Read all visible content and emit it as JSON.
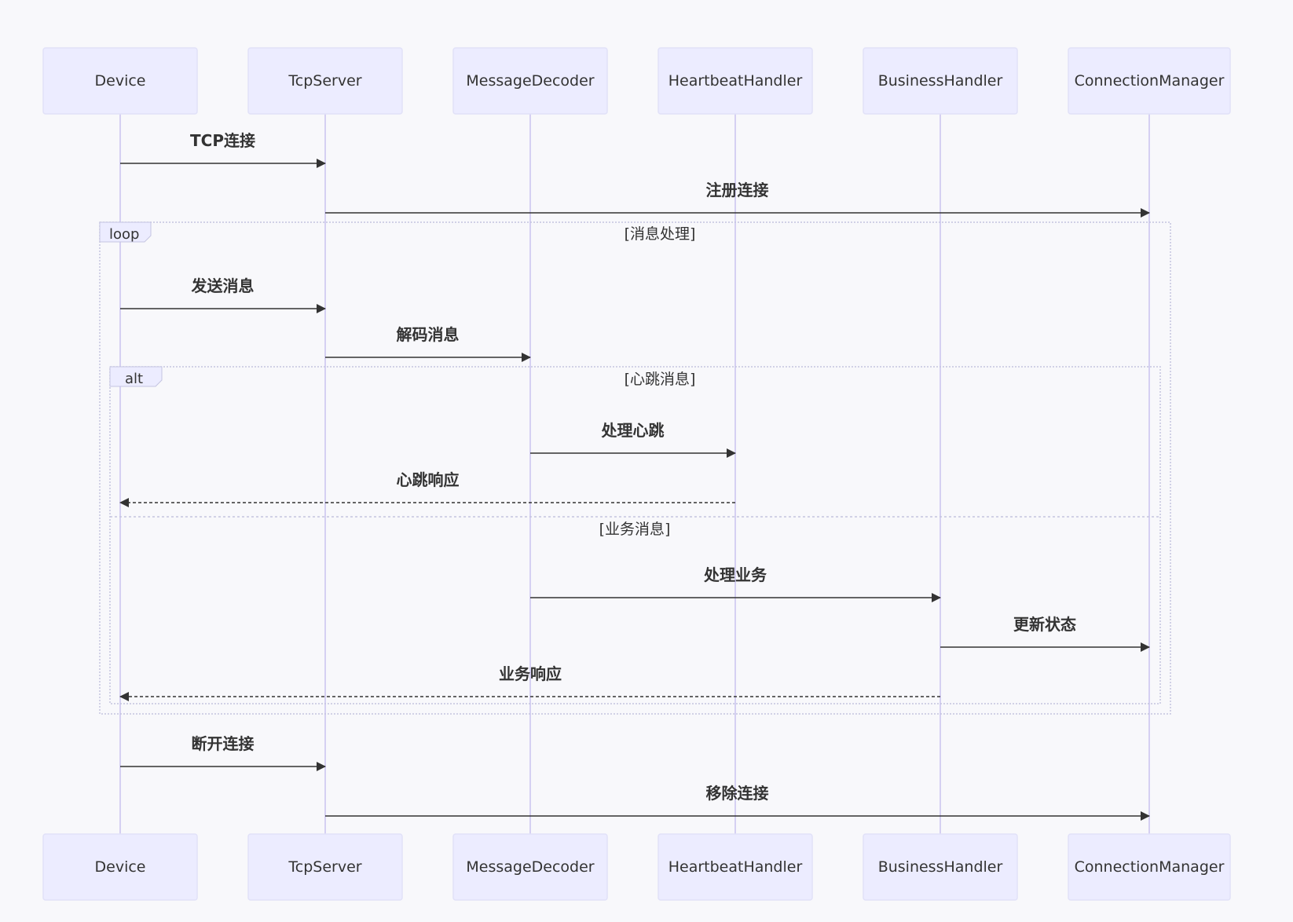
{
  "diagram": {
    "type": "sequence",
    "participants": [
      "Device",
      "TcpServer",
      "MessageDecoder",
      "HeartbeatHandler",
      "BusinessHandler",
      "ConnectionManager"
    ],
    "messages": [
      {
        "from": 0,
        "to": 1,
        "label": "TCP连接",
        "style": "solid"
      },
      {
        "from": 1,
        "to": 5,
        "label": "注册连接",
        "style": "solid"
      },
      {
        "from": 0,
        "to": 1,
        "label": "发送消息",
        "style": "solid"
      },
      {
        "from": 1,
        "to": 2,
        "label": "解码消息",
        "style": "solid"
      },
      {
        "from": 2,
        "to": 3,
        "label": "处理心跳",
        "style": "solid"
      },
      {
        "from": 3,
        "to": 0,
        "label": "心跳响应",
        "style": "dashed"
      },
      {
        "from": 2,
        "to": 4,
        "label": "处理业务",
        "style": "solid"
      },
      {
        "from": 4,
        "to": 5,
        "label": "更新状态",
        "style": "solid"
      },
      {
        "from": 4,
        "to": 0,
        "label": "业务响应",
        "style": "dashed"
      },
      {
        "from": 0,
        "to": 1,
        "label": "断开连接",
        "style": "solid"
      },
      {
        "from": 1,
        "to": 5,
        "label": "移除连接",
        "style": "solid"
      }
    ],
    "frames": [
      {
        "kind": "loop",
        "label": "loop",
        "condition": "[消息处理]"
      },
      {
        "kind": "alt",
        "label": "alt",
        "conditions": [
          "[心跳消息]",
          "[业务消息]"
        ]
      }
    ],
    "colors": {
      "actor_fill": "#ececff",
      "actor_stroke": "#e1e1f8",
      "lifeline": "#c9c2f0",
      "arrow": "#333333",
      "frame_border": "#c4c4e0",
      "background": "#f8f8fb"
    }
  }
}
